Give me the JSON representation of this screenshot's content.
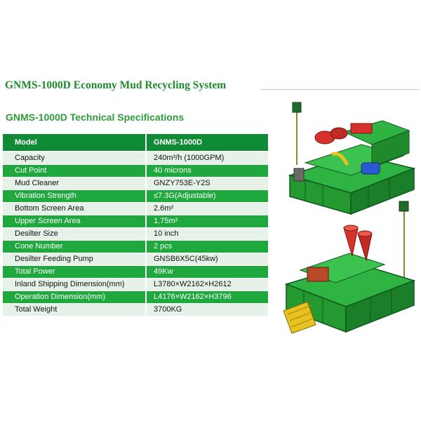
{
  "header": {
    "title": "GNMS-1000D Economy Mud Recycling System",
    "subtitle": "GNMS-1000D Technical Specifications"
  },
  "table": {
    "headers": [
      "Model",
      "GNMS-1000D"
    ],
    "rows": [
      [
        "Capacity",
        "240m³/h (1000GPM)"
      ],
      [
        "Cut Point",
        "40 microns"
      ],
      [
        "Mud Cleaner",
        "GNZY753E-Y2S"
      ],
      [
        "Vibration Strength",
        "≤7.3G(Adjustable)"
      ],
      [
        "Bottom Screen Area",
        "2.6m²"
      ],
      [
        "Upper Screen Area",
        "1.75m²"
      ],
      [
        "Desilter Size",
        "10 inch"
      ],
      [
        "Cone Number",
        "2 pcs"
      ],
      [
        "Desilter Feeding Pump",
        "GNSB6X5C(45kw)"
      ],
      [
        "Total Power",
        "49Kw"
      ],
      [
        "Inland Shipping Dimension(mm)",
        "L3780×W2162×H2612"
      ],
      [
        "Operation Dimension(mm)",
        "L4176×W2162×H3796"
      ],
      [
        "Total Weight",
        "3700KG"
      ]
    ]
  },
  "colors": {
    "title_green": "#1f8a2b",
    "header_green": "#0f8a35",
    "row_green": "#1fa83d",
    "row_light": "#e6f2e7",
    "machine_green": "#2fb342"
  },
  "images": [
    {
      "name": "mud-recycling-unit-illustration-1"
    },
    {
      "name": "mud-recycling-unit-illustration-2"
    }
  ]
}
